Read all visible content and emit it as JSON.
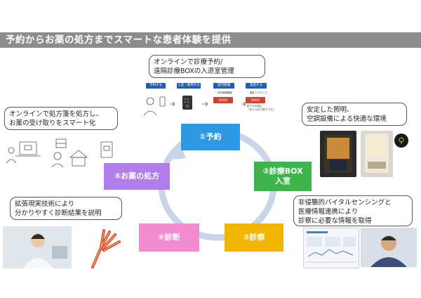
{
  "header": {
    "title": "予約からお薬の処方までスマートな患者体験を提供"
  },
  "callouts": {
    "top": [
      "オンラインで診療予約/",
      "遠隔診療BOXの入退室管理"
    ],
    "left_top": [
      "オンラインで処方箋を処方し、",
      "お薬の受け取りをスマート化"
    ],
    "right_top": [
      "安定した照明、",
      "空調設備による快適な環境"
    ],
    "left_bottom": [
      "拡張現実技術により",
      "分かりやすく診断結果を説明"
    ],
    "right_bottom": [
      "非侵襲的バイタルセンシングと",
      "医療情報連携により",
      "診察に必要な情報を取得"
    ]
  },
  "steps": {
    "s1": {
      "label": "①予約",
      "color": "#2f98e3"
    },
    "s2": {
      "label1": "②診療BOX",
      "label2": "入室",
      "color": "#3db54a"
    },
    "s3": {
      "label": "③診察",
      "color": "#f2b500"
    },
    "s4": {
      "label": "④診断",
      "color": "#f28bd0"
    },
    "s5": {
      "label": "⑤お薬の処方",
      "color": "#b07ee8"
    }
  },
  "flow": {
    "chips": [
      "予約する",
      "入室・使用する",
      "室内管理",
      "退室する"
    ],
    "notes": [
      "・予約時間確認",
      "・退室アナウンス",
      "終了10分前に",
      "「あと10分で終了です」"
    ],
    "red_labels": [
      "DOOR",
      "DOOR"
    ]
  },
  "colors": {
    "circle": "#c9d4e6",
    "title_bg": "#8c8c8c"
  }
}
